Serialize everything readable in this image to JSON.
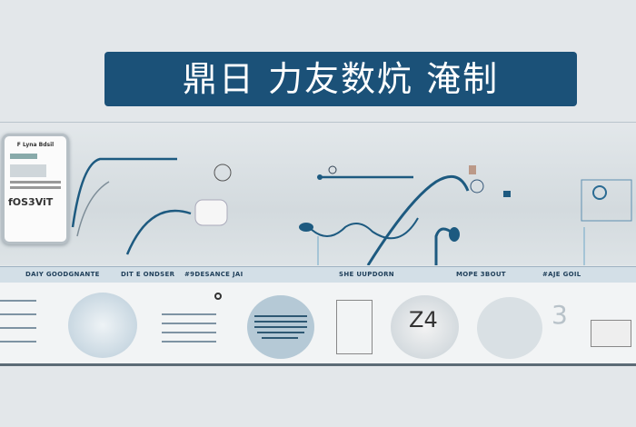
{
  "header": {
    "title": "鼎日 力友数炕 淹制"
  },
  "card": {
    "heading": "F Lyna Bdsil",
    "footer": "fOS3ViT"
  },
  "labels": [
    "DAIY GOODGNANTE",
    "DIT E ONDSER",
    "#9DESANCE JAI",
    "SHE UUPDORN",
    "MOPE 3BOUT",
    "#AJE GOIL"
  ],
  "lower": {
    "numeral": "3",
    "figure": "Z4"
  },
  "colors": {
    "title_bg": "#1b5178",
    "accent": "#1d5a80",
    "background": "#e3e7ea"
  }
}
